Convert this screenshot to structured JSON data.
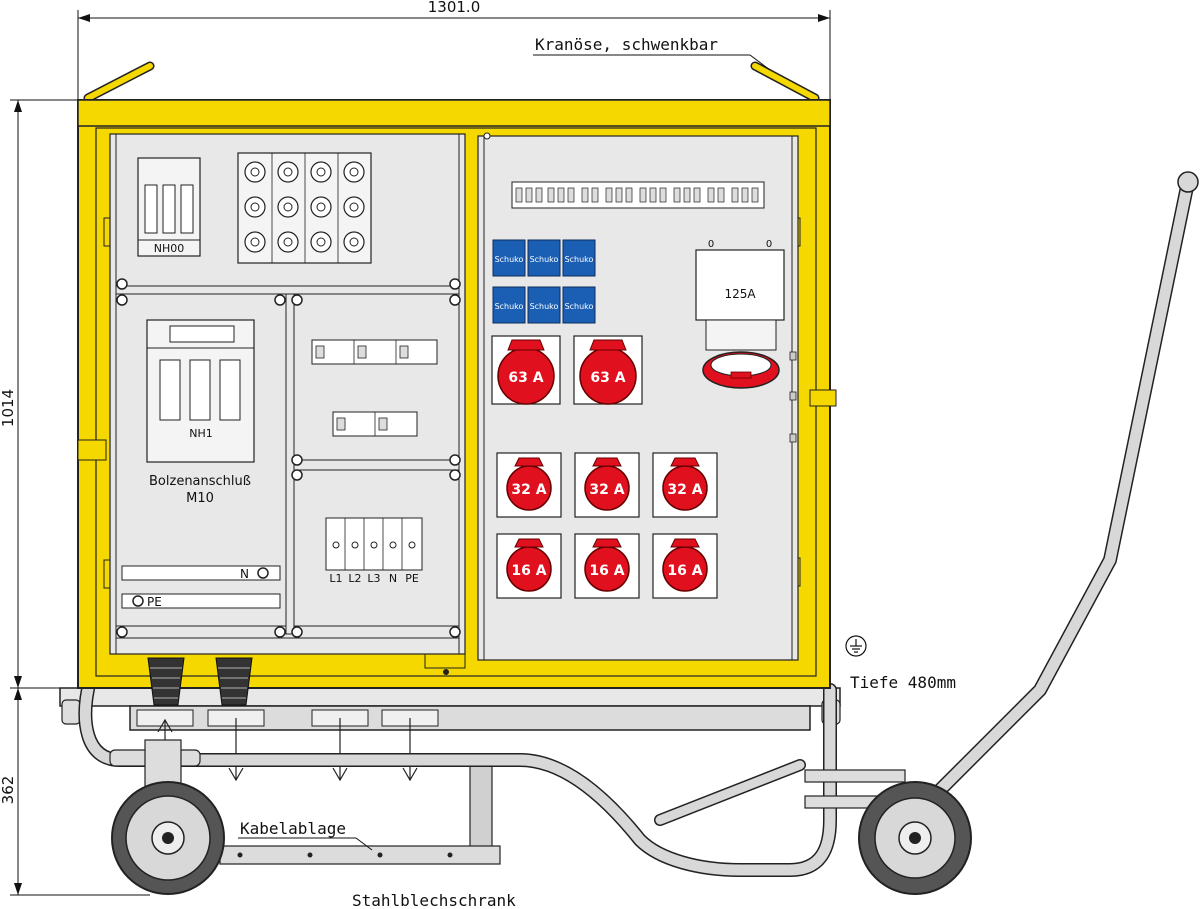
{
  "dimensions": {
    "width": "1301.0",
    "height_cabinet": "1014",
    "height_trolley": "362"
  },
  "labels": {
    "crane_eye": "Kranöse, schwenkbar",
    "cable_storage": "Kabelablage",
    "cabinet_type": "Stahlblechschrank",
    "depth": "Tiefe 480mm",
    "bolt_connection_line1": "Bolzenanschluß",
    "bolt_connection_line2": "M10",
    "fuse_nh00": "NH00",
    "fuse_nh1": "NH1",
    "neutral": "N",
    "protective_earth": "PE",
    "terminal_labels": [
      "L1",
      "L2",
      "L3",
      "N",
      "PE"
    ]
  },
  "sockets": {
    "schuko": [
      "Schuko",
      "Schuko",
      "Schuko",
      "Schuko",
      "Schuko",
      "Schuko"
    ],
    "cee63": [
      "63 A",
      "63 A"
    ],
    "cee32": [
      "32 A",
      "32 A",
      "32 A"
    ],
    "cee16": [
      "16 A",
      "16 A",
      "16 A"
    ],
    "cee125": "125A",
    "cee125_switch_marks": [
      "0",
      "0"
    ]
  },
  "colors": {
    "frame_yellow": "#f5d800",
    "panel_grey": "#e8e8e8",
    "socket_red": "#e0101e",
    "schuko_blue": "#1a5fb4",
    "outline": "#222222"
  }
}
